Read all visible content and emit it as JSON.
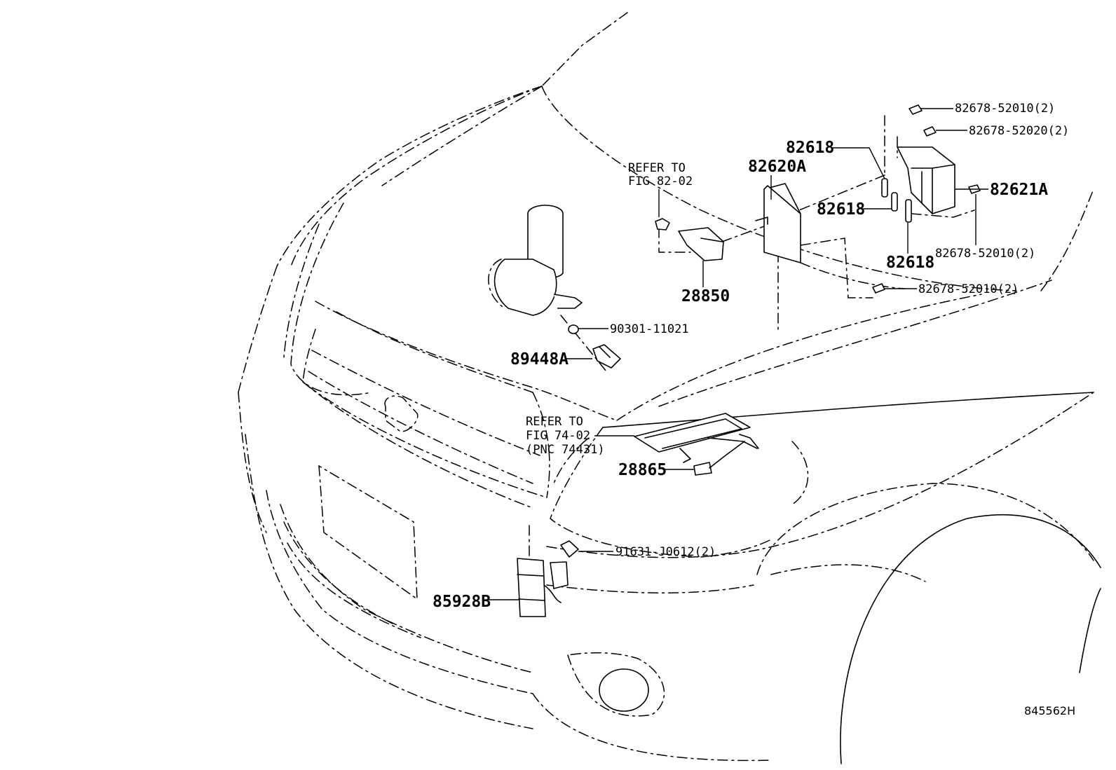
{
  "labels": {
    "p_82678_52010_a": "82678-52010(2)",
    "p_82678_52020": "82678-52020(2)",
    "p_82618_a": "82618",
    "p_82620A": "82620A",
    "p_82621A": "82621A",
    "p_82618_b": "82618",
    "p_82678_52010_b": "82678-52010(2)",
    "p_82618_c": "82618",
    "p_82678_52010_c": "82678-52010(2)",
    "p_28850": "28850",
    "p_90301": "90301-11021",
    "p_89448A": "89448A",
    "p_28865": "28865",
    "p_91631": "91631-J0612(2)",
    "p_85928B": "85928B"
  },
  "refs": {
    "ref_82_line1": "REFER TO",
    "ref_82_line2": "FIG 82-02",
    "ref_74_line1": "REFER TO",
    "ref_74_line2": "FIG 74-02",
    "ref_74_line3": "(PNC 74431)"
  },
  "figure_code": "845562H"
}
